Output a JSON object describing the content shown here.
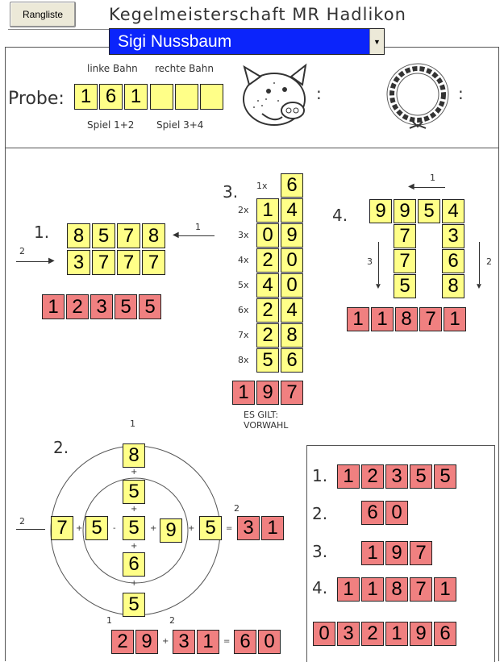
{
  "header": {
    "button_label": "Rangliste",
    "title": "Kegelmeisterschaft MR Hadlikon",
    "player": "Sigi Nussbaum"
  },
  "probe": {
    "label": "Probe:",
    "left_label": "linke Bahn",
    "right_label": "rechte Bahn",
    "spiel12": "Spiel 1+2",
    "spiel34": "Spiel 3+4",
    "digits": [
      "1",
      "6",
      "1",
      "",
      "",
      ""
    ],
    "colon1": ":",
    "colon2": ":"
  },
  "g1": {
    "num": "1.",
    "row1": [
      "8",
      "5",
      "7",
      "8"
    ],
    "row2": [
      "3",
      "7",
      "7",
      "7"
    ],
    "result": [
      "1",
      "2",
      "3",
      "5",
      "5"
    ],
    "arrow1": "1",
    "arrow2": "2"
  },
  "g3": {
    "num": "3.",
    "mults": [
      "1x",
      "2x",
      "3x",
      "4x",
      "5x",
      "6x",
      "7x",
      "8x"
    ],
    "left": [
      "",
      "1",
      "0",
      "2",
      "4",
      "2",
      "2",
      "5"
    ],
    "right": [
      "6",
      "4",
      "9",
      "0",
      "0",
      "4",
      "8",
      "6"
    ],
    "result": [
      "1",
      "9",
      "7"
    ],
    "note1": "ES GILT:",
    "note2": "VORWAHL"
  },
  "g4": {
    "num": "4.",
    "top": [
      "9",
      "9",
      "5",
      "4"
    ],
    "left_col": [
      "7",
      "7",
      "5"
    ],
    "right_col": [
      "3",
      "6",
      "8"
    ],
    "result": [
      "1",
      "1",
      "8",
      "7",
      "1"
    ],
    "arrow1": "1",
    "arrow2": "2",
    "arrow3": "3"
  },
  "g2": {
    "num": "2.",
    "vert": [
      "8",
      "5",
      "5",
      "6",
      "5"
    ],
    "row": [
      "7",
      "5",
      "5",
      "9",
      "5"
    ],
    "row_result": [
      "3",
      "1"
    ],
    "bottom1": [
      "2",
      "9"
    ],
    "bottom2": [
      "3",
      "1"
    ],
    "bottom3": [
      "6",
      "0"
    ],
    "lbl1": "1",
    "lbl2": "2",
    "plus": "+",
    "minus": "-",
    "eq": "="
  },
  "summary": {
    "n1": "1.",
    "n2": "2.",
    "n3": "3.",
    "n4": "4.",
    "r1": [
      "1",
      "2",
      "3",
      "5",
      "5"
    ],
    "r2": [
      "6",
      "0"
    ],
    "r3": [
      "1",
      "9",
      "7"
    ],
    "r4": [
      "1",
      "1",
      "8",
      "7",
      "1"
    ],
    "total": [
      "0",
      "3",
      "2",
      "1",
      "9",
      "6"
    ]
  }
}
